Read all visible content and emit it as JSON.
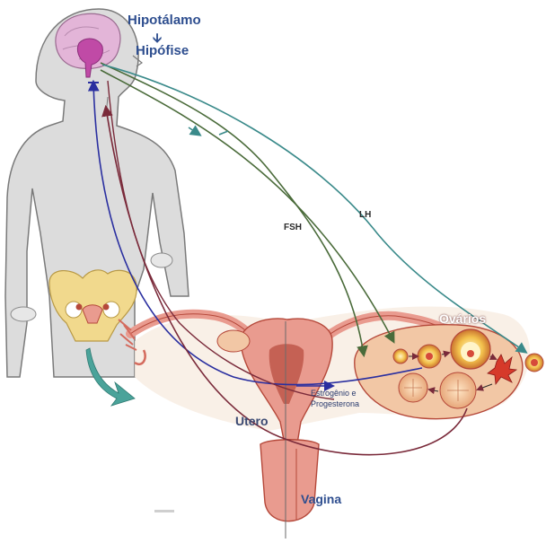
{
  "labels": {
    "hypothalamus": "Hipotálamo",
    "arrow_down": "🡫",
    "pituitary": "Hipófise",
    "fsh": "FSH",
    "lh": "LH",
    "ovaries": "Ovários",
    "estrogen": "Estrogênio e",
    "progesterone": "Progesterona",
    "uterus": "Utero",
    "vagina": "Vagina"
  },
  "colors": {
    "skin": "#dcdcdc",
    "skin_outline": "#7a7a7a",
    "brain": "#e3b5d8",
    "pituitary": "#c04aa6",
    "uterus": "#e99b8f",
    "uterus_dark": "#b5483a",
    "pelvis_bone": "#f1d98d",
    "fsh_arrow": "#4a6b3a",
    "lh_arrow": "#3a8a8a",
    "feedback_arrow_blue": "#2a2fa0",
    "feedback_arrow_maroon": "#7a2a3a",
    "follicle": "#f3c24d",
    "teal_arrow": "#4aa39a"
  }
}
